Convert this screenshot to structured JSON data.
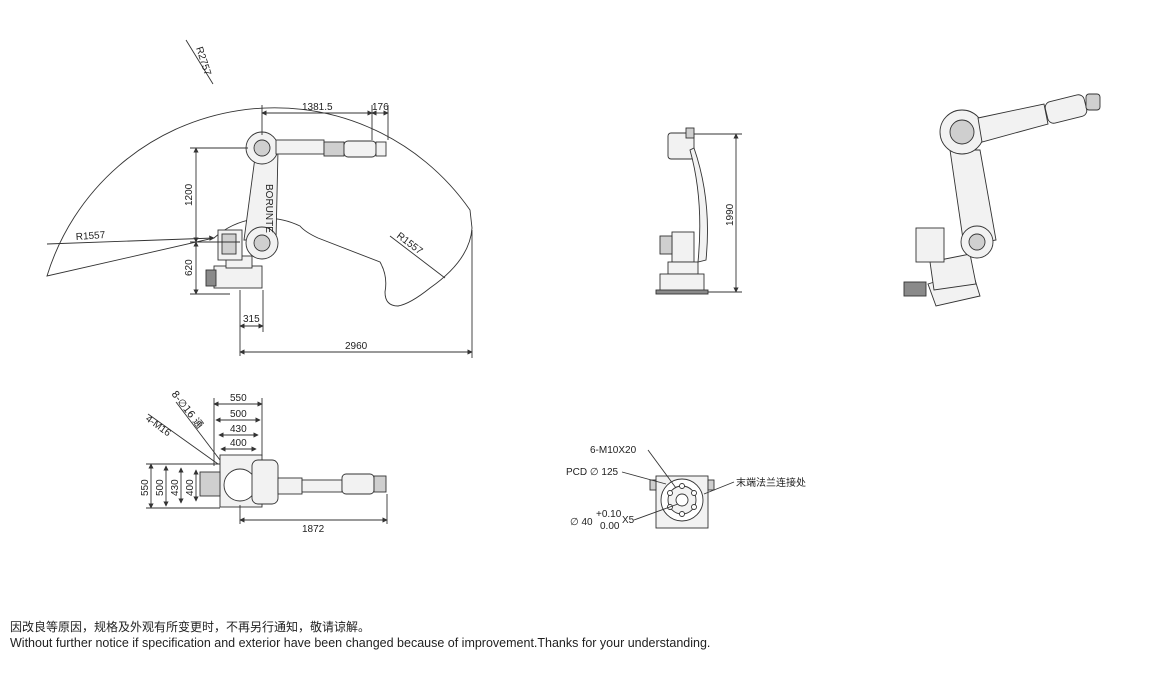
{
  "side_view": {
    "reach_radius": "R2757",
    "inner_radius_left": "R1557",
    "inner_radius_right": "R1557",
    "arm_length": "1381.5",
    "wrist_length": "176",
    "arm_height": "1200",
    "base_height": "620",
    "base_offset": "315",
    "total_reach": "2960",
    "brand_label": "BORUNTE"
  },
  "front_view": {
    "total_height": "1990"
  },
  "top_view": {
    "dim_550": "550",
    "dim_500": "500",
    "dim_430": "430",
    "dim_400": "400",
    "v_550": "550",
    "v_500": "500",
    "v_430": "430",
    "v_400": "400",
    "arm_reach": "1872",
    "hole_callout": "8-∅16 通",
    "thread_callout": "4-M16"
  },
  "flange_view": {
    "thread_callout": "6-M10X20",
    "pcd": "PCD ∅ 125",
    "bore_diameter": "∅ 40",
    "tol_upper": "+0.10",
    "tol_lower": "0.00",
    "bore_suffix": "X5",
    "flange_label": "末端法兰连接处"
  },
  "footer": {
    "notice_cn": "因改良等原因，规格及外观有所变更时，不再另行通知，敬请谅解。",
    "notice_en": "Without further notice if specification and exterior have been changed because of improvement.Thanks for your understanding."
  },
  "colors": {
    "line": "#333333",
    "part_fill": "#f2f2f2",
    "dark_part": "#8a8a8a"
  }
}
